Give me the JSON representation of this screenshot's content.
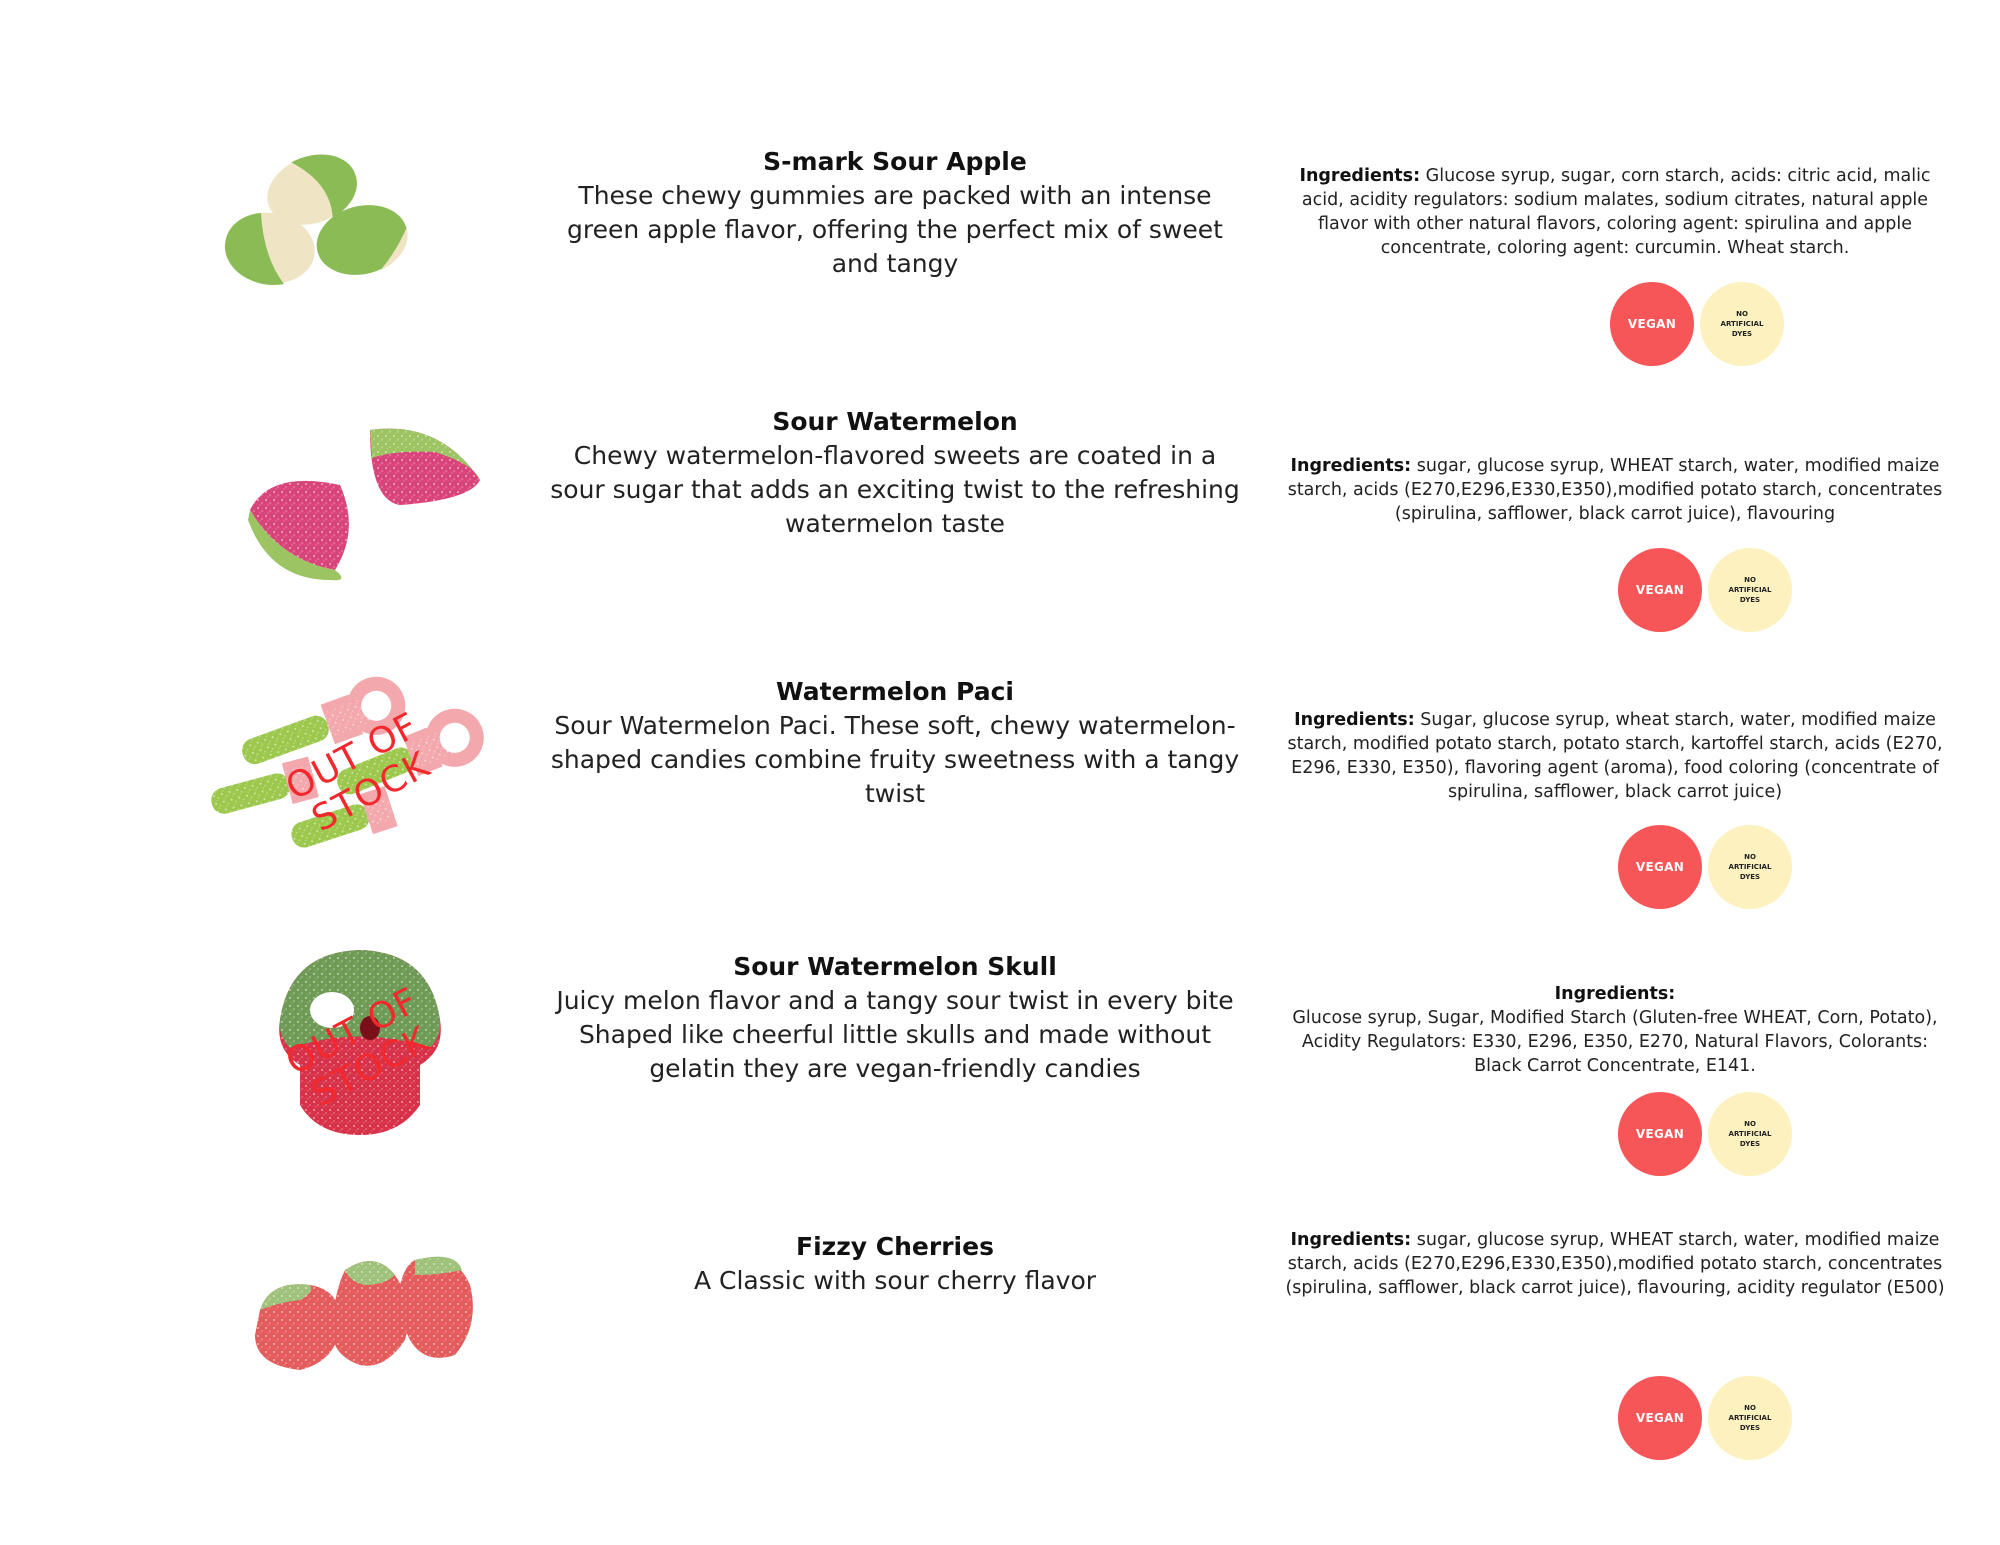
{
  "products": [
    {
      "name": "S-mark Sour Apple",
      "description": "These chewy gummies are packed with an intense green apple flavor, offering the perfect mix of sweet and tangy",
      "ingredients_label": "Ingredients:",
      "ingredients": "Glucose syrup, sugar, corn starch, acids: citric acid, malic acid, acidity regulators: sodium malates, sodium citrates, natural apple flavor with other natural flavors, coloring agent: spirulina and apple concentrate, coloring agent: curcumin. Wheat starch.",
      "badge_vegan": "VEGAN",
      "badge_dyes": "NO ARTIFICIAL DYES"
    },
    {
      "name": "Sour Watermelon",
      "description": "Chewy watermelon-flavored sweets are coated in a sour sugar that adds an exciting twist to the refreshing watermelon taste",
      "ingredients_label": "Ingredients:",
      "ingredients": "sugar, glucose syrup, WHEAT starch, water, modified maize starch, acids (E270,E296,E330,E350),modified potato starch, concentrates (spirulina, safflower, black carrot juice), flavouring",
      "badge_vegan": "VEGAN",
      "badge_dyes": "NO ARTIFICIAL DYES"
    },
    {
      "name": "Watermelon Paci",
      "description": "Sour Watermelon Paci. These soft, chewy watermelon-shaped candies combine fruity sweetness with a tangy twist",
      "ingredients_label": "Ingredients:",
      "ingredients": "Sugar, glucose syrup, wheat starch, water, modified maize starch, modified potato starch, potato starch, kartoffel starch, acids (E270, E296, E330, E350), flavoring agent (aroma), food coloring (concentrate of spirulina, safflower, black carrot juice)",
      "badge_vegan": "VEGAN",
      "badge_dyes": "NO ARTIFICIAL DYES",
      "stamp": "OUT OF STOCK"
    },
    {
      "name": "Sour Watermelon Skull",
      "description": "Juicy melon flavor and a tangy sour twist in every bite Shaped like cheerful little skulls and made without gelatin they are vegan-friendly candies",
      "ingredients_label": "Ingredients:",
      "ingredients": "Glucose syrup, Sugar, Modified Starch (Gluten-free WHEAT, Corn, Potato), Acidity Regulators: E330, E296, E350, E270, Natural Flavors, Colorants: Black Carrot Concentrate, E141.",
      "badge_vegan": "VEGAN",
      "badge_dyes": "NO ARTIFICIAL DYES",
      "stamp": "OUT OF STOCK"
    },
    {
      "name": "Fizzy Cherries",
      "description": "A Classic with sour cherry flavor",
      "ingredients_label": "Ingredients:",
      "ingredients": "sugar, glucose syrup, WHEAT starch, water, modified maize starch, acids (E270,E296,E330,E350),modified potato starch, concentrates (spirulina, safflower, black carrot juice), flavouring, acidity regulator (E500)",
      "badge_vegan": "VEGAN",
      "badge_dyes": "NO ARTIFICIAL DYES"
    }
  ],
  "colors": {
    "vegan_badge": "#f75659",
    "dyes_badge": "#fdf1bf",
    "stamp": "#f2282c"
  }
}
